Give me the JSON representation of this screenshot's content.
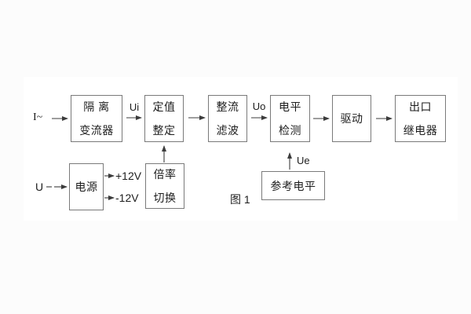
{
  "figure": {
    "caption": "图 1",
    "colors": {
      "background": "#fcfcfc",
      "panel": "#ffffff",
      "box_border": "#7a7a7a",
      "line": "#3c3c3c",
      "text": "#1d1d1d"
    }
  },
  "blocks": {
    "isolation": {
      "line1": "隔 离",
      "line2": "变流器"
    },
    "setting": {
      "line1": "定值",
      "line2": "整定"
    },
    "rectifier": {
      "line1": "整流",
      "line2": "滤波"
    },
    "level": {
      "line1": "电平",
      "line2": "检测"
    },
    "drive": {
      "label": "驱动"
    },
    "relay": {
      "line1": "出口",
      "line2": "继电器"
    },
    "power": {
      "label": "电源"
    },
    "multiplier": {
      "line1": "倍率",
      "line2": "切换"
    },
    "reference": {
      "label": "参考电平"
    }
  },
  "labels": {
    "input_current": "I~",
    "ui": "Ui",
    "uo": "Uo",
    "ue": "Ue",
    "input_voltage": "U",
    "plus_12v": "+12V",
    "minus_12v": "-12V"
  }
}
